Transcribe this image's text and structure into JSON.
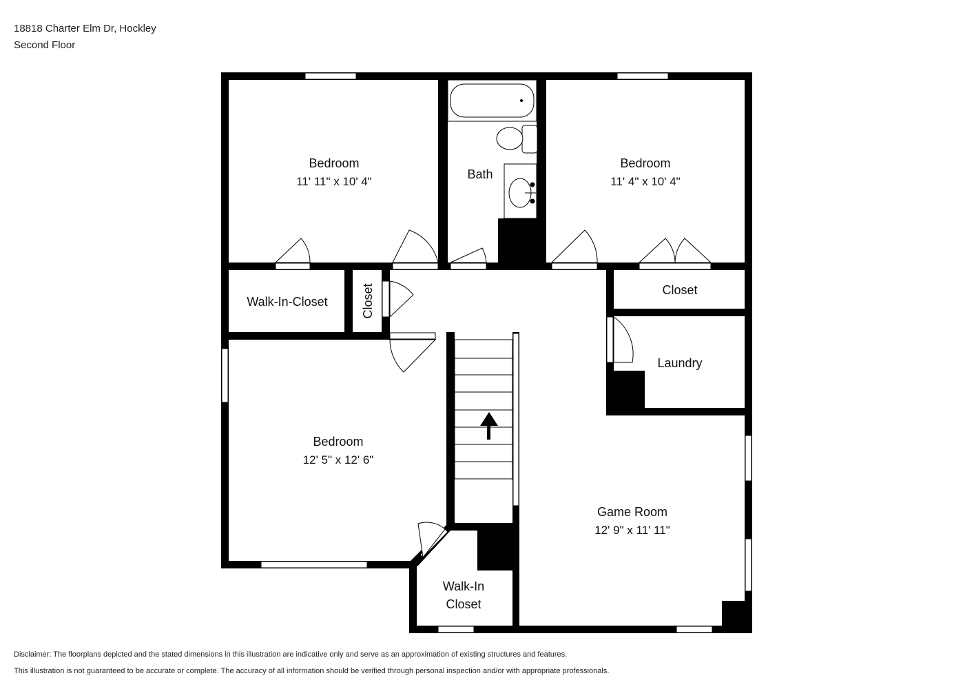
{
  "header": {
    "address": "18818 Charter Elm Dr, Hockley",
    "floor": "Second Floor"
  },
  "rooms": {
    "bedroom_nw": {
      "label": "Bedroom",
      "dims": "11' 11\" x 10' 4\""
    },
    "bath": {
      "label": "Bath"
    },
    "bedroom_ne": {
      "label": "Bedroom",
      "dims": "11' 4\" x 10' 4\""
    },
    "walk_in_closet_w": {
      "label": "Walk-In-Closet"
    },
    "closet_small": {
      "label": "Closet"
    },
    "closet_e": {
      "label": "Closet"
    },
    "laundry": {
      "label": "Laundry"
    },
    "bedroom_sw": {
      "label": "Bedroom",
      "dims": "12' 5\" x 12' 6\""
    },
    "game_room": {
      "label": "Game Room",
      "dims": "12' 9\" x 11' 11\""
    },
    "walk_in_closet_s": {
      "label_line1": "Walk-In",
      "label_line2": "Closet"
    }
  },
  "disclaimer": {
    "line1": "Disclaimer: The floorplans depicted and the stated dimensions in this illustration are indicative only and serve as an approximation of existing structures and features.",
    "line2": "This illustration is not guaranteed to be accurate or complete. The accuracy of all information should be verified through personal inspection and/or with appropriate professionals."
  },
  "colors": {
    "wall": "#000000",
    "background": "#ffffff"
  },
  "icons": {
    "stairs_arrow": "up-arrow-icon"
  }
}
